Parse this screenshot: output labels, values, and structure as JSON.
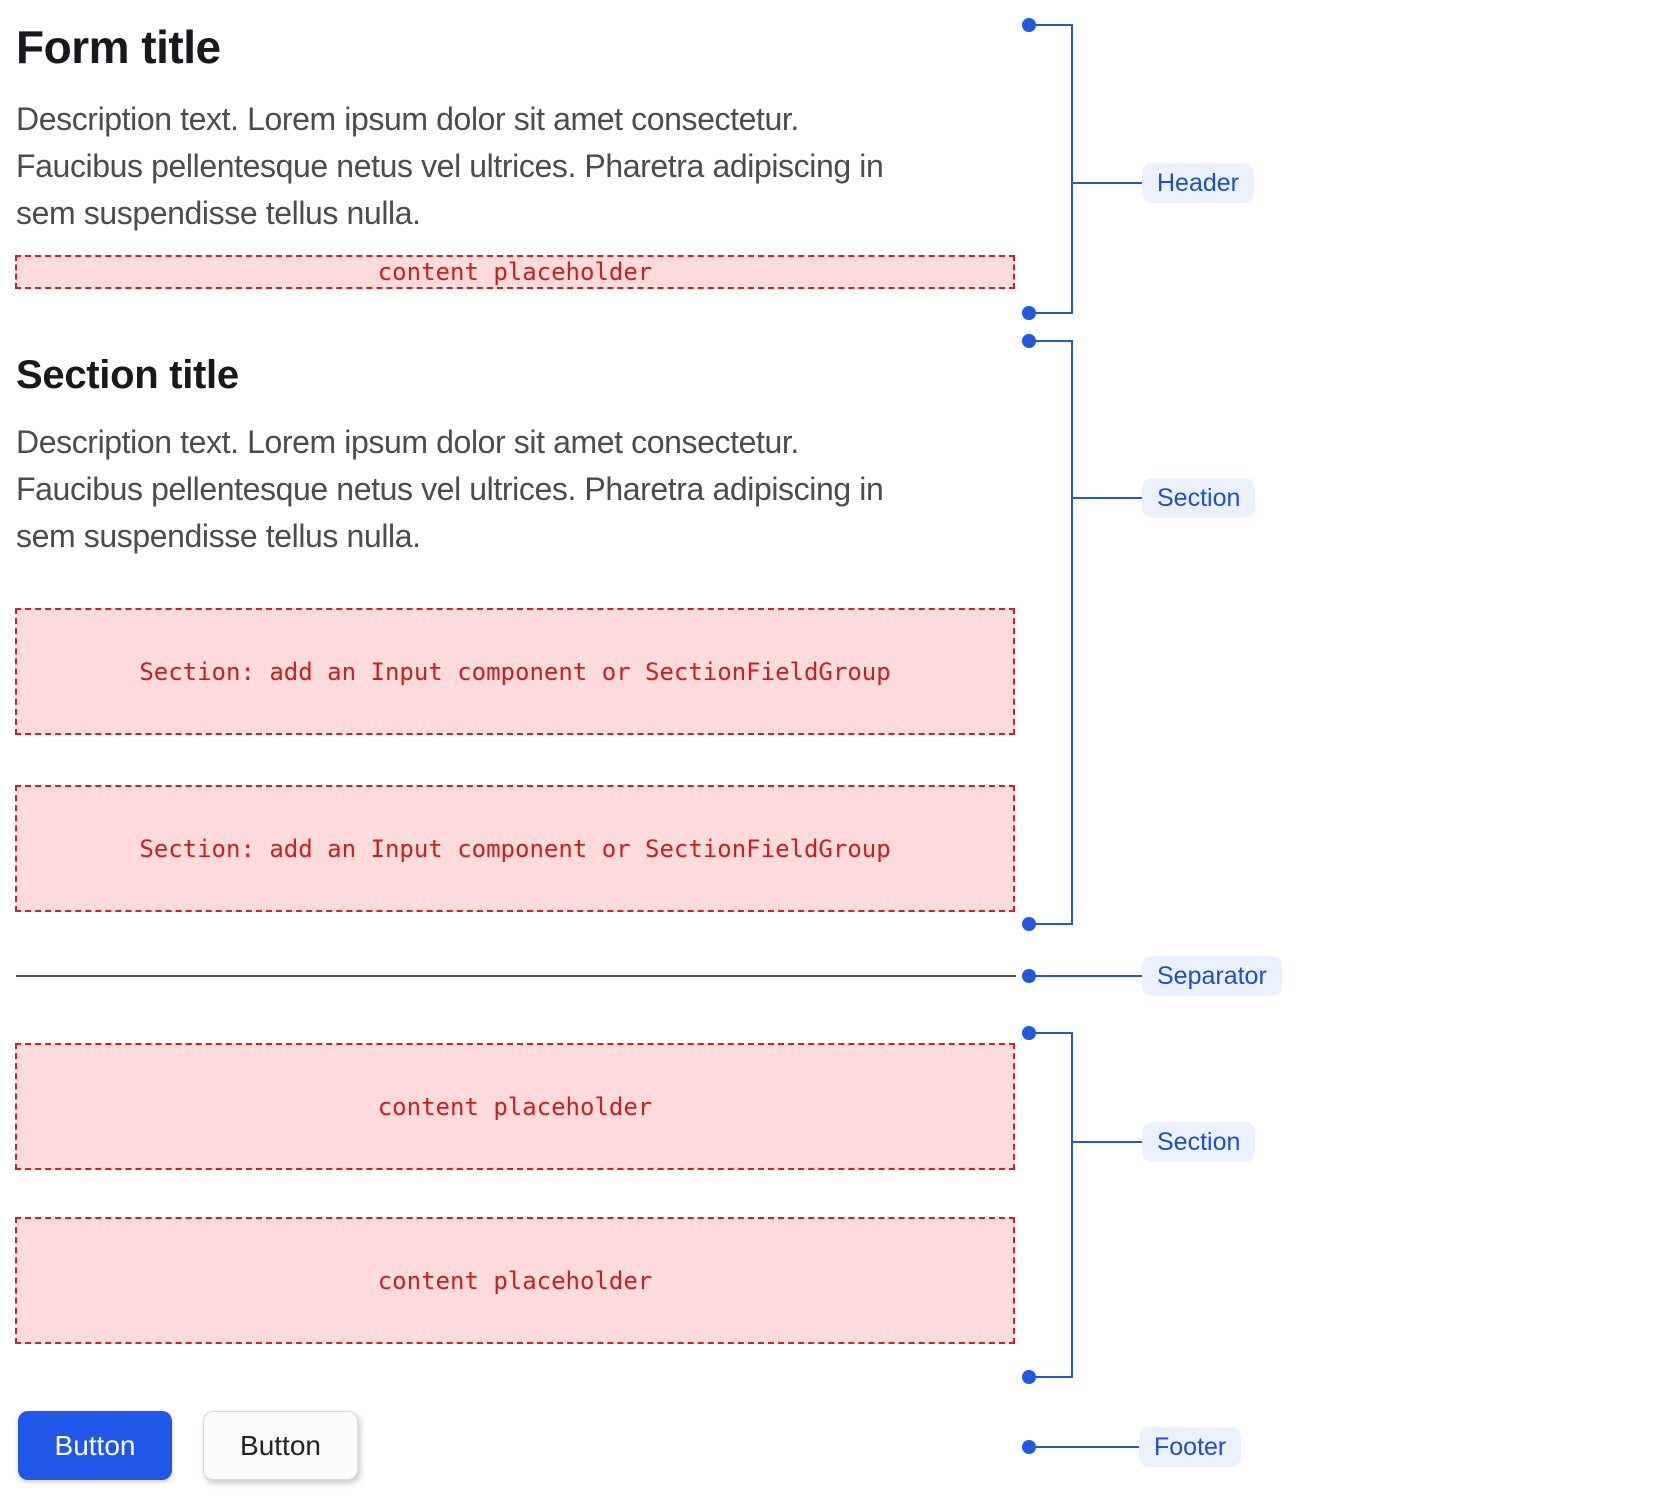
{
  "colors": {
    "annotation_blue": "#2257E0",
    "chip_bg": "#EBF1FE",
    "chip_text": "#1A4FD6",
    "placeholder_bg": "#FFDBDC",
    "placeholder_border": "#D02222",
    "placeholder_text": "#D11C1C",
    "primary_button_bg": "#2057E8",
    "separator_gray": "#515157",
    "title_text": "#18181D",
    "description_text": "#4B4B52"
  },
  "form": {
    "title": "Form title",
    "description_lines": [
      "Description text. Lorem ipsum dolor sit amet consectetur.",
      "Faucibus pellentesque netus vel ultrices. Pharetra adipiscing in",
      "sem suspendisse tellus nulla."
    ],
    "header_placeholder": "content placeholder"
  },
  "section": {
    "title": "Section title",
    "description_lines": [
      "Description text. Lorem ipsum dolor sit amet consectetur.",
      "Faucibus pellentesque netus vel ultrices. Pharetra adipiscing in",
      "sem suspendisse tellus nulla."
    ],
    "fieldgroup_placeholders": [
      "Section: add an Input component or SectionFieldGroup",
      "Section: add an Input component or SectionFieldGroup"
    ]
  },
  "section2": {
    "content_placeholders": [
      "content placeholder",
      "content placeholder"
    ]
  },
  "footer": {
    "primary_button_label": "Button",
    "secondary_button_label": "Button"
  },
  "annotations": {
    "header_label": "Header",
    "section1_label": "Section",
    "separator_label": "Separator",
    "section2_label": "Section",
    "footer_label": "Footer"
  }
}
